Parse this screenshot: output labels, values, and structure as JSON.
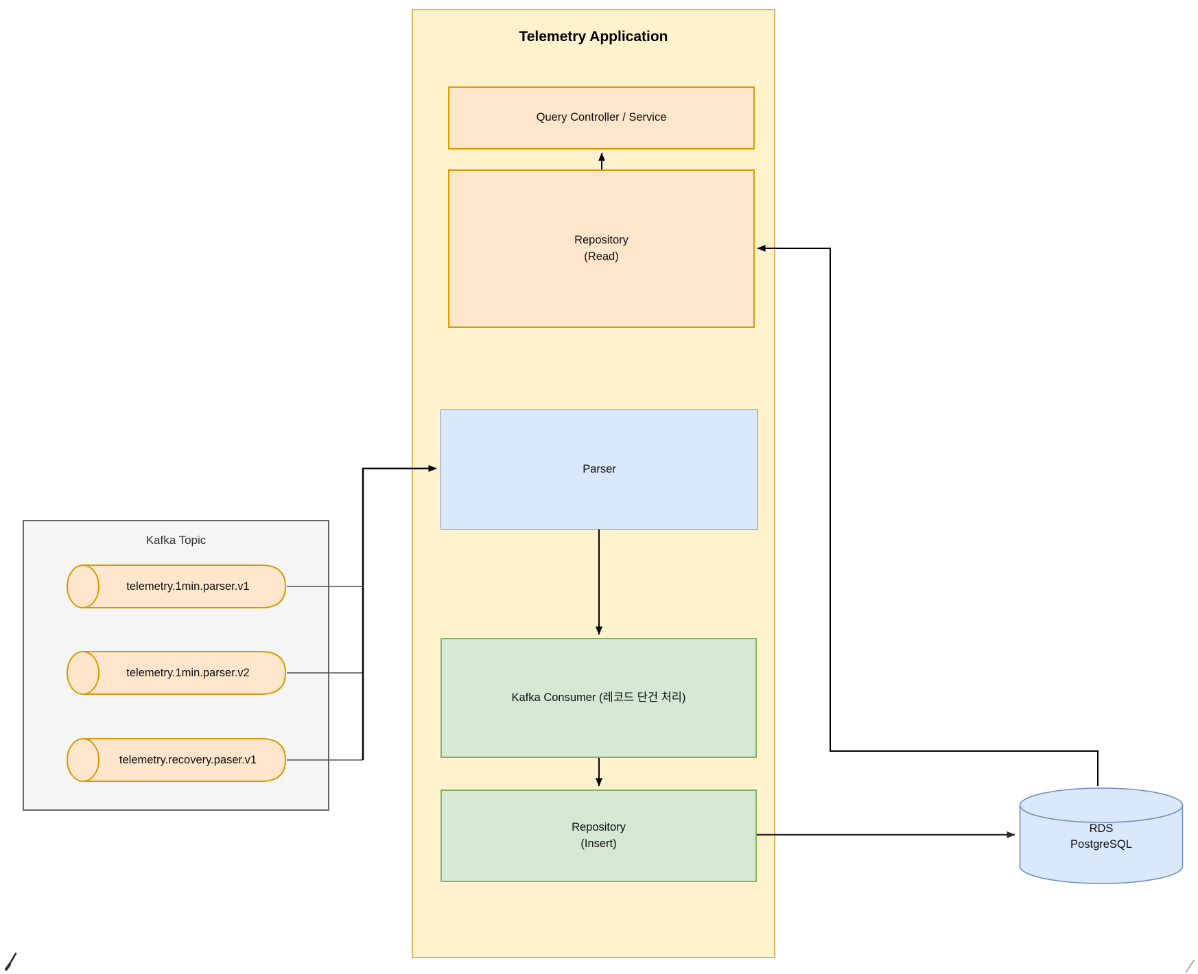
{
  "diagram": {
    "telemetry_app": {
      "title": "Telemetry Application",
      "query_controller": {
        "label": "Query Controller / Service"
      },
      "repository_read": {
        "line1": "Repository",
        "line2": "(Read)"
      },
      "parser": {
        "label": "Parser"
      },
      "kafka_consumer": {
        "label": "Kafka Consumer (레코드 단건 처리)"
      },
      "repository_insert": {
        "line1": "Repository",
        "line2": "(Insert)"
      }
    },
    "kafka_topic": {
      "title": "Kafka Topic",
      "topics": [
        {
          "label": "telemetry.1min.parser.v1"
        },
        {
          "label": "telemetry.1min.parser.v2"
        },
        {
          "label": "telemetry.recovery.paser.v1"
        }
      ]
    },
    "database": {
      "line1": "RDS",
      "line2": "PostgreSQL"
    },
    "colors": {
      "container_fill": "#FFF2CC",
      "container_border": "#D6B656",
      "orange_fill": "#FFE6CC",
      "orange_border": "#D79B00",
      "blue_fill": "#DAE8FC",
      "blue_border": "#6C8EBF",
      "green_fill": "#D5E8D4",
      "green_border": "#82B366",
      "gray_fill": "#F5F5F5",
      "gray_border": "#666666",
      "line_color": "#000000"
    }
  }
}
